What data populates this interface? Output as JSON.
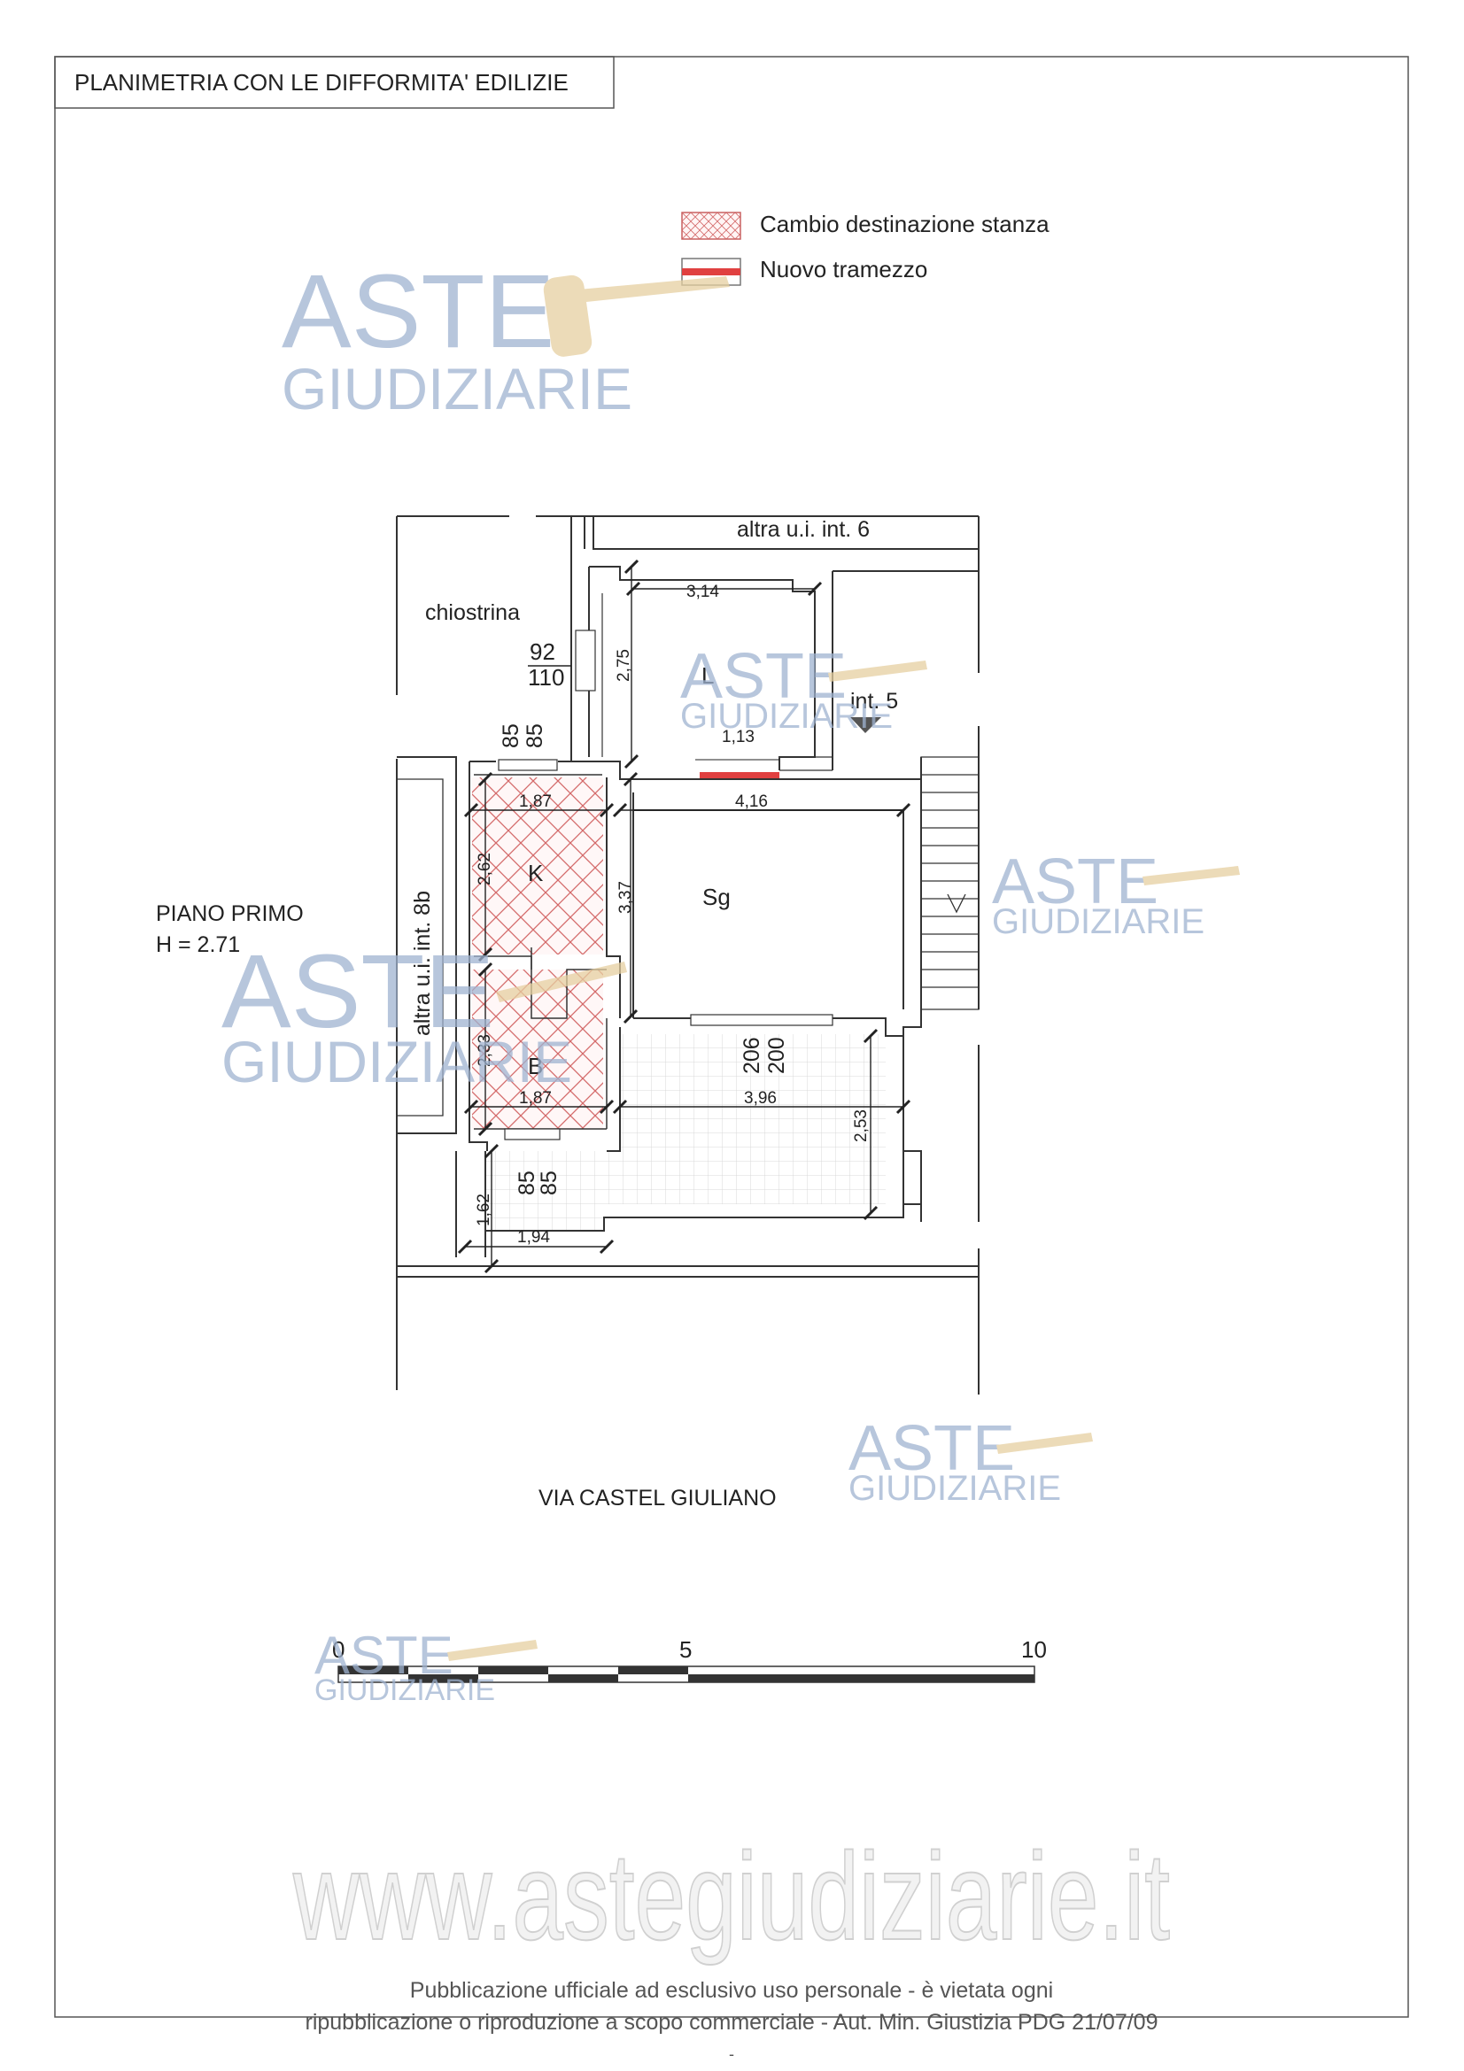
{
  "title": "PLANIMETRIA CON LE DIFFORMITA' EDILIZIE",
  "legend": {
    "items": [
      {
        "label": "Cambio destinazione stanza",
        "swatch": "crosshatch-red"
      },
      {
        "label": "Nuovo tramezzo",
        "swatch": "red-bar"
      }
    ]
  },
  "labels": {
    "other_unit_top": "altra u.i. int. 6",
    "other_unit_left": "altra u.i. int. 8b",
    "courtyard": "chiostrina",
    "unit": "int. 5",
    "floor": "PIANO PRIMO",
    "height": "H = 2.71",
    "street": "VIA CASTEL GIULIANO"
  },
  "rooms": {
    "living": "Sg",
    "laundry": "L",
    "kitchen": "K",
    "bath": "B"
  },
  "dimensions": {
    "d_314": "3,14",
    "d_275": "2,75",
    "d_92": "92",
    "d_110": "110",
    "d_113": "1,13",
    "d_85a": "85",
    "d_85b": "85",
    "d_187a": "1,87",
    "d_416": "4,16",
    "d_262": "2,62",
    "d_337": "3,37",
    "d_233": "2,33",
    "d_206": "206",
    "d_200": "200",
    "d_187b": "1,87",
    "d_396": "3,96",
    "d_253": "2,53",
    "d_85c": "85",
    "d_85d": "85",
    "d_162": "1,62",
    "d_194": "1,94"
  },
  "scale": {
    "label_0": "0",
    "label_5": "5",
    "label_10": "10"
  },
  "watermark": {
    "brand_top": "ASTE",
    "brand_bottom": "GIUDIZIARIE",
    "url": "www.astegiudiziarie.it"
  },
  "footer": {
    "line1": "Pubblicazione ufficiale ad esclusivo uso personale - è vietata ogni",
    "line2": "ripubblicazione o riproduzione a scopo commerciale - Aut. Min. Giustizia PDG 21/07/09",
    "mark": "-"
  },
  "colors": {
    "hatch": "#d46a6a",
    "partition": "#e04040",
    "watermark": "#9fb3d0"
  }
}
